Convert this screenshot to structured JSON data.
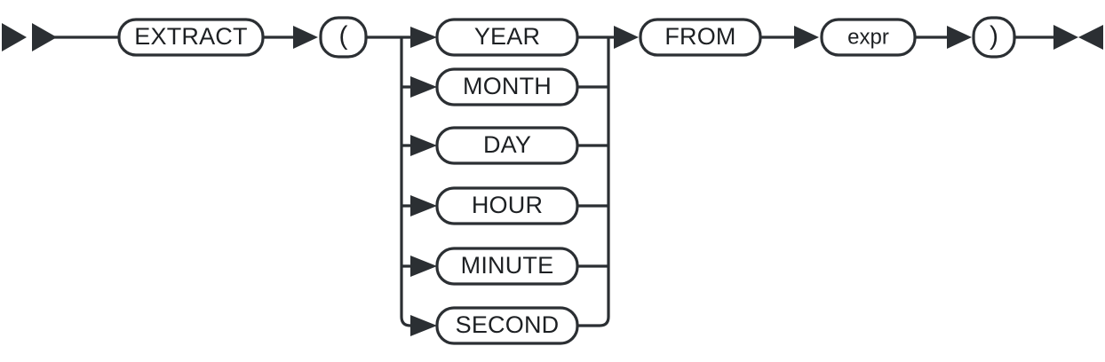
{
  "diagram": {
    "kind": "railroad-syntax-diagram",
    "title": "EXTRACT",
    "background_color": "#ffffff",
    "line_color": "#2b2f33",
    "text_color": "#1d2023",
    "box_fill_color": "#ffffff",
    "start_marker": "double-right-arrow",
    "end_marker": "right-left-arrow-pair",
    "nodes": {
      "extract": {
        "label": "EXTRACT",
        "type": "terminal"
      },
      "open_paren": {
        "label": "(",
        "type": "terminal"
      },
      "from": {
        "label": "FROM",
        "type": "terminal"
      },
      "expr": {
        "label": "expr",
        "type": "nonterminal"
      },
      "close_paren": {
        "label": ")",
        "type": "terminal"
      }
    },
    "alternatives": [
      {
        "label": "YEAR",
        "type": "terminal"
      },
      {
        "label": "MONTH",
        "type": "terminal"
      },
      {
        "label": "DAY",
        "type": "terminal"
      },
      {
        "label": "HOUR",
        "type": "terminal"
      },
      {
        "label": "MINUTE",
        "type": "terminal"
      },
      {
        "label": "SECOND",
        "type": "terminal"
      }
    ]
  }
}
